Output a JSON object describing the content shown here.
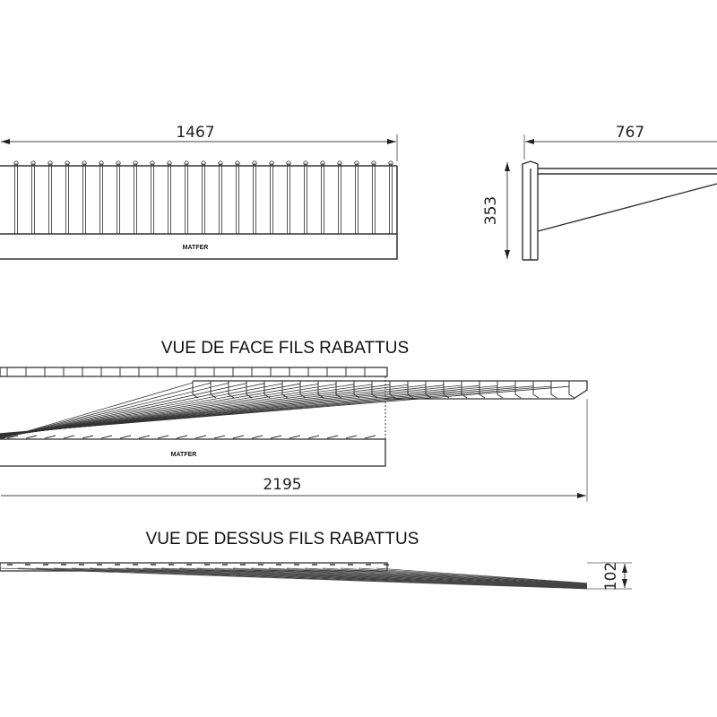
{
  "front_view": {
    "width_dim": "1467",
    "logo": "MATFER"
  },
  "side_view": {
    "depth_dim": "767",
    "height_dim": "353"
  },
  "folded_front_view": {
    "title": "VUE DE FACE FILS RABATTUS",
    "width_dim": "2195",
    "logo": "MATFER"
  },
  "folded_top_view": {
    "title": "VUE DE DESSUS FILS RABATTUS",
    "height_dim": "102"
  },
  "colors": {
    "line": "#333333",
    "background": "#ffffff"
  }
}
